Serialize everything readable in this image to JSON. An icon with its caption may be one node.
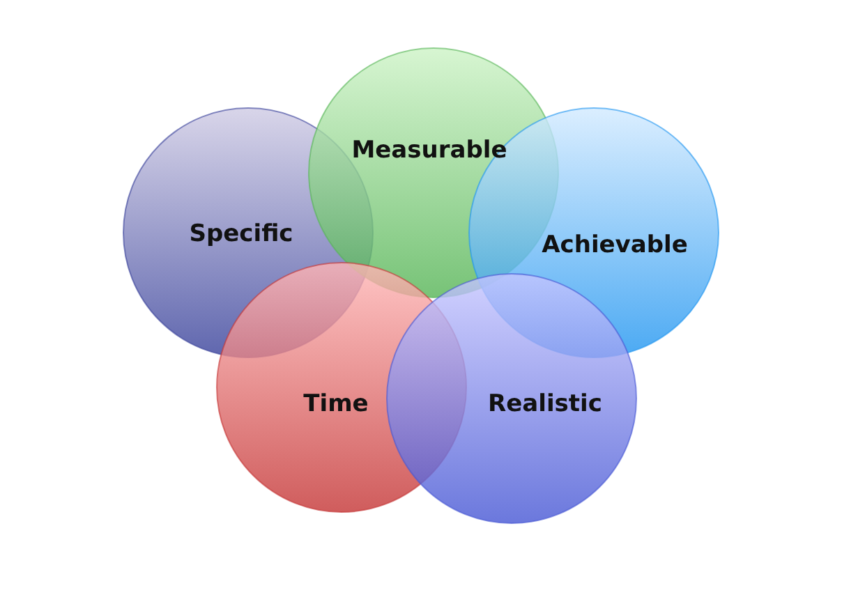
{
  "diagram": {
    "nodes": [
      {
        "text": [
          "Specific"
        ]
      },
      {
        "text": [
          "Measurable"
        ]
      },
      {
        "text": [
          "Achievable"
        ]
      },
      {
        "text": [
          "Time"
        ]
      },
      {
        "text": [
          "Realistic"
        ]
      }
    ],
    "edges": []
  }
}
